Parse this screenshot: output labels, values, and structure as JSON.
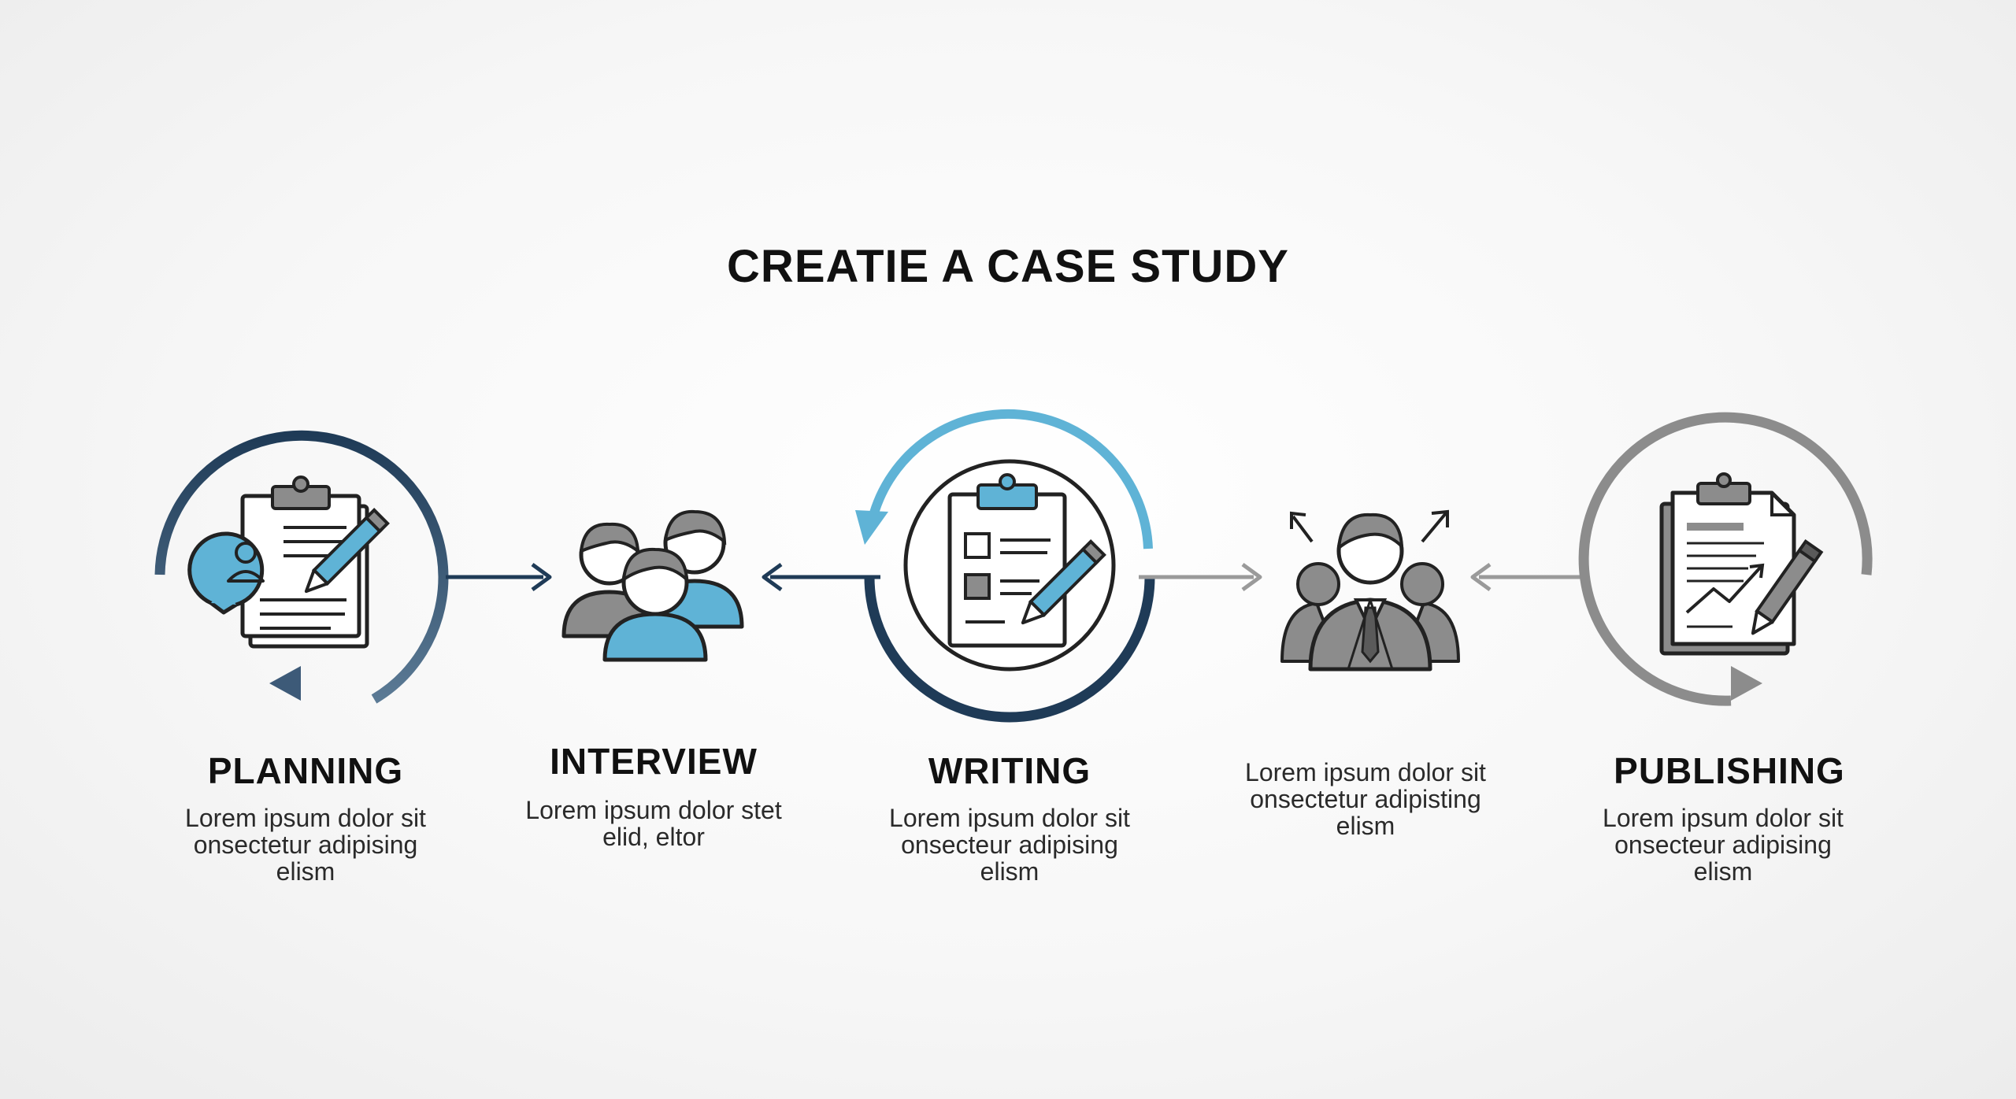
{
  "title": "CREATIE A CASE STUDY",
  "colors": {
    "navy": "#1f3b57",
    "blue": "#5fb3d6",
    "gray": "#8c8c8c",
    "icon_gray": "#808080",
    "ink": "#1c1c1c"
  },
  "steps": [
    {
      "title": "PLANNING",
      "icon": "clipboard-user-pencil-icon",
      "description": [
        "Lorem ipsum dolor sit",
        "onsectetur adipising",
        "elism"
      ]
    },
    {
      "title": "INTERVIEW",
      "icon": "people-group-icon",
      "description": [
        "Lorem ipsum dolor stet",
        "elid, eltor"
      ]
    },
    {
      "title": "WRITING",
      "icon": "clipboard-checklist-pencil-icon",
      "description": [
        "Lorem ipsum dolor sit",
        "onsecteur adipising",
        "elism"
      ]
    },
    {
      "title": "",
      "icon": "businessman-team-icon",
      "description": [
        "Lorem ipsum dolor sit",
        "onsectetur adipisting",
        "elism"
      ]
    },
    {
      "title": "PUBLISHING",
      "icon": "document-chart-pencil-icon",
      "description": [
        "Lorem ipsum dolor sit",
        "onsecteur adipising",
        "elism"
      ]
    }
  ]
}
